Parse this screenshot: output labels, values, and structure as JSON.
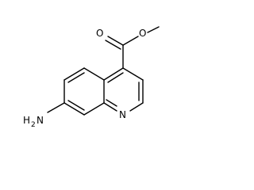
{
  "molecule": {
    "atoms": {
      "carbonyl_o": "O",
      "ester_o": "O",
      "ring_n": "N",
      "amine_h": "H",
      "amine_sub": "2",
      "amine_n": "N"
    }
  }
}
